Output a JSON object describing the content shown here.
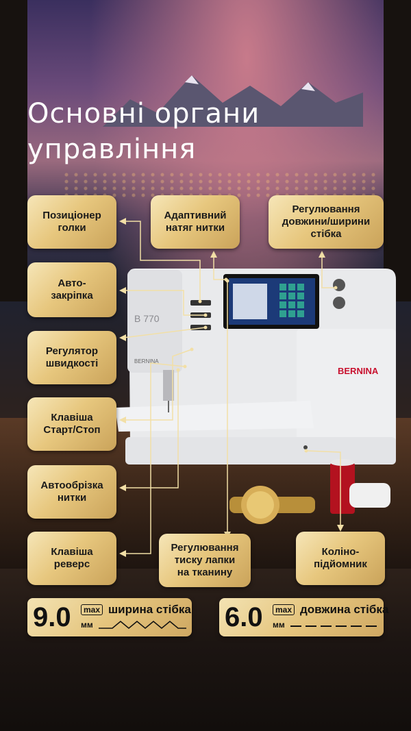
{
  "title": {
    "line1": "Основні органи",
    "line2": "управління"
  },
  "machine": {
    "brand": "BERNINA",
    "model": "B 770",
    "sub_brand": "BERNINA"
  },
  "labels": {
    "needle_positioner": "Позиціонер\nголки",
    "auto_lock": "Авто-\nзакріпка",
    "speed_regulator": "Регулятор\nшвидкості",
    "start_stop": "Клавіша\nСтарт/Стоп",
    "auto_thread_cut": "Автообрізка\nнитки",
    "reverse": "Клавіша\nреверс",
    "adaptive_tension": "Адаптивний\nнатяг нитки",
    "stitch_length_width": "Регулювання\nдовжини/ширини\nстібка",
    "presser_foot_pressure": "Регулювання\nтиску лапки\nна тканину",
    "knee_lifter": "Коліно-\nпідйомник"
  },
  "specs": {
    "width": {
      "value": "9.0",
      "max": "max",
      "unit": "мм",
      "desc": "ширина стібка"
    },
    "length": {
      "value": "6.0",
      "max": "max",
      "unit": "мм",
      "desc": "довжина стібка"
    }
  },
  "colors": {
    "gold_light": "#f6e6b8",
    "gold_dark": "#caa35a",
    "line": "#f2dfa6",
    "brand_red": "#c8102e"
  }
}
